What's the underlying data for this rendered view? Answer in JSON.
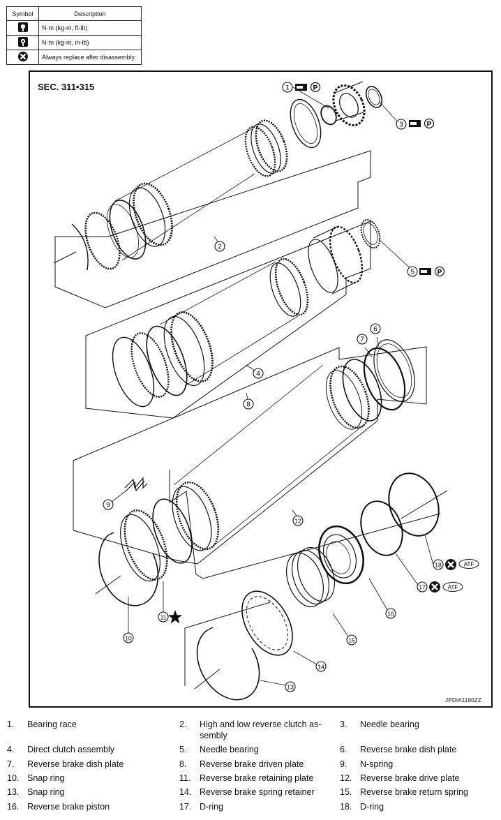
{
  "symbol_table": {
    "headers": [
      "Symbol",
      "Description"
    ],
    "rows": [
      {
        "icon": "torque-wrench-icon",
        "description": "N·m (kg-m, ft-lb)"
      },
      {
        "icon": "torque-wrench-small-icon",
        "description": "N·m (kg-m, in-lb)"
      },
      {
        "icon": "replace-after-disassembly-icon",
        "description": "Always replace after disassembly."
      }
    ]
  },
  "diagram": {
    "section": "SEC. 311•315",
    "figure_code": "JPDIA1190ZZ",
    "callout_tags": {
      "petroleum_jelly": "P",
      "atf": "ATF"
    },
    "callouts": [
      "1",
      "2",
      "3",
      "4",
      "5",
      "6",
      "7",
      "8",
      "9",
      "10",
      "11",
      "12",
      "13",
      "14",
      "15",
      "16",
      "17",
      "18"
    ]
  },
  "legend": [
    {
      "num": "1.",
      "name": "Bearing race"
    },
    {
      "num": "2.",
      "name": "High and low reverse clutch as-\nsembly"
    },
    {
      "num": "3.",
      "name": "Needle bearing"
    },
    {
      "num": "4.",
      "name": "Direct clutch assembly"
    },
    {
      "num": "5.",
      "name": "Needle bearing"
    },
    {
      "num": "6.",
      "name": "Reverse brake dish plate"
    },
    {
      "num": "7.",
      "name": "Reverse brake dish plate"
    },
    {
      "num": "8.",
      "name": "Reverse brake driven plate"
    },
    {
      "num": "9.",
      "name": "N-spring"
    },
    {
      "num": "10.",
      "name": "Snap ring"
    },
    {
      "num": "11.",
      "name": "Reverse brake retaining plate"
    },
    {
      "num": "12.",
      "name": "Reverse brake drive plate"
    },
    {
      "num": "13.",
      "name": "Snap ring"
    },
    {
      "num": "14.",
      "name": "Reverse brake spring retainer"
    },
    {
      "num": "15.",
      "name": "Reverse brake return spring"
    },
    {
      "num": "16.",
      "name": "Reverse brake piston"
    },
    {
      "num": "17.",
      "name": "D-ring"
    },
    {
      "num": "18.",
      "name": "D-ring"
    }
  ]
}
